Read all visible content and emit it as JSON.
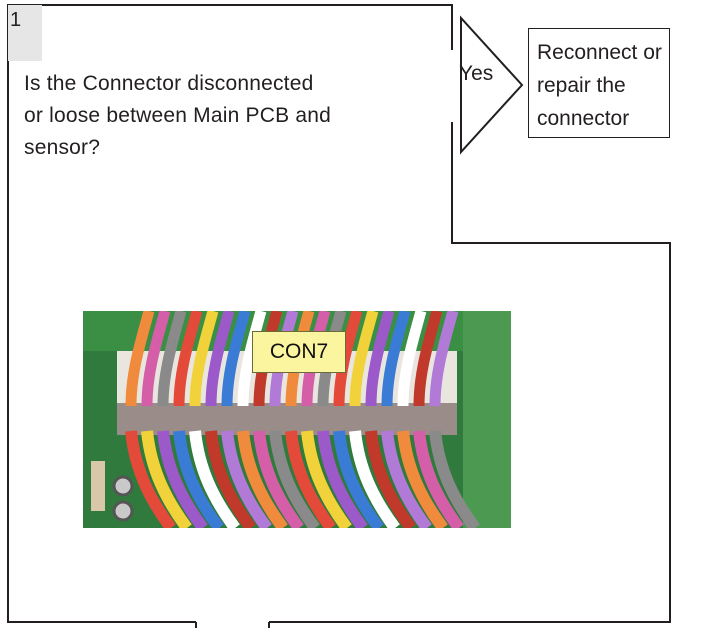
{
  "step": {
    "number": "1"
  },
  "question": {
    "lines": [
      "Is the Connector disconnected",
      "or loose between Main PCB and",
      "sensor?"
    ]
  },
  "branch": {
    "yes_label": "Yes"
  },
  "action": {
    "lines": [
      "Reconnect or",
      "repair the",
      "connector"
    ]
  },
  "photo": {
    "label": "CON7",
    "wire_colors": [
      "#f08a3c",
      "#d45fa8",
      "#8a8a8a",
      "#e34a3a",
      "#f2d23a",
      "#9b59c9",
      "#3a7bd5",
      "#ffffff",
      "#c0392b",
      "#b07ad6"
    ]
  }
}
